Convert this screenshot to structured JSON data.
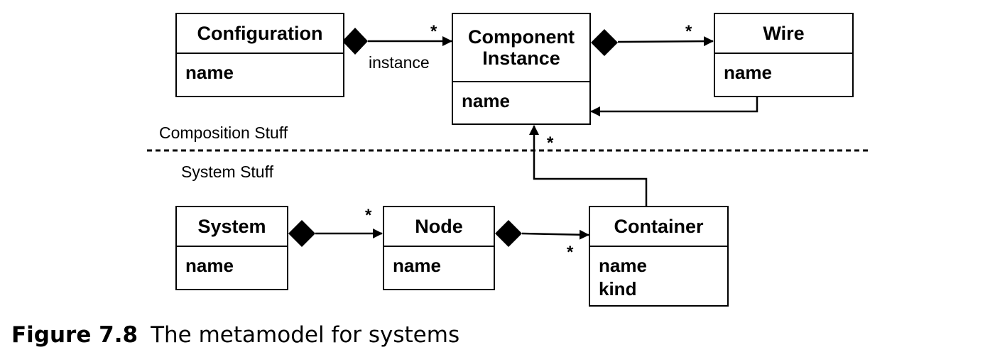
{
  "classes": {
    "configuration": {
      "name": "Configuration",
      "attributes": [
        "name"
      ]
    },
    "component_instance": {
      "name": "Component\nInstance",
      "attributes": [
        "name"
      ]
    },
    "wire": {
      "name": "Wire",
      "attributes": [
        "name"
      ]
    },
    "system": {
      "name": "System",
      "attributes": [
        "name"
      ]
    },
    "node": {
      "name": "Node",
      "attributes": [
        "name"
      ]
    },
    "container": {
      "name": "Container",
      "attributes": [
        "name",
        "kind"
      ]
    }
  },
  "associations": {
    "config_instance_role": "instance",
    "multiplicity": "*"
  },
  "regions": {
    "upper": "Composition Stuff",
    "lower": "System Stuff"
  },
  "caption": {
    "figure": "Figure 7.8",
    "text": "The metamodel for systems"
  }
}
